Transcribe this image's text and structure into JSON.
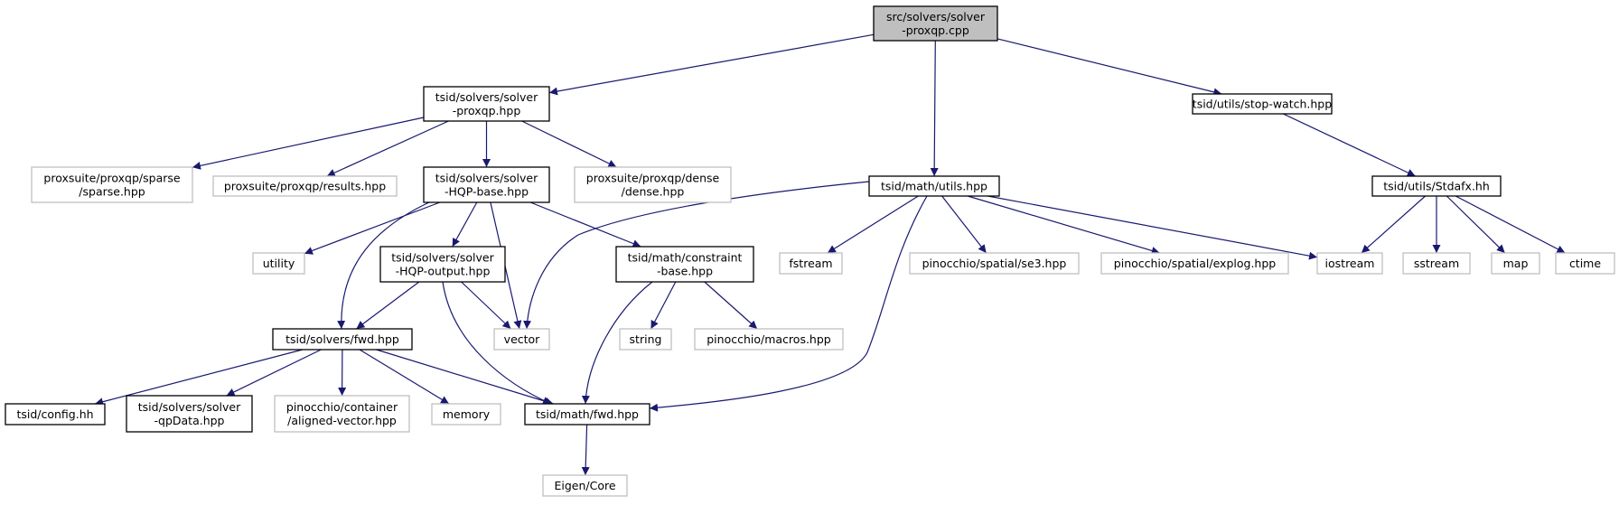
{
  "diagram": {
    "type": "include-dependency-graph",
    "colors": {
      "edge": "#191970",
      "root_fill": "#bfbfbf",
      "local_border": "#000000",
      "external_border": "#bfbfbf",
      "text": "#000000",
      "background": "#ffffff"
    },
    "nodes": [
      {
        "id": "root",
        "lines": [
          "src/solvers/solver",
          "-proxqp.cpp"
        ],
        "kind": "root"
      },
      {
        "id": "solver_proxqp_hpp",
        "lines": [
          "tsid/solvers/solver",
          "-proxqp.hpp"
        ],
        "kind": "local"
      },
      {
        "id": "math_utils",
        "lines": [
          "tsid/math/utils.hpp"
        ],
        "kind": "local"
      },
      {
        "id": "stop_watch",
        "lines": [
          "tsid/utils/stop-watch.hpp"
        ],
        "kind": "local"
      },
      {
        "id": "prox_sparse",
        "lines": [
          "proxsuite/proxqp/sparse",
          "/sparse.hpp"
        ],
        "kind": "external"
      },
      {
        "id": "prox_results",
        "lines": [
          "proxsuite/proxqp/results.hpp"
        ],
        "kind": "external"
      },
      {
        "id": "hqp_base",
        "lines": [
          "tsid/solvers/solver",
          "-HQP-base.hpp"
        ],
        "kind": "local"
      },
      {
        "id": "prox_dense",
        "lines": [
          "proxsuite/proxqp/dense",
          "/dense.hpp"
        ],
        "kind": "external"
      },
      {
        "id": "stdafx",
        "lines": [
          "tsid/utils/Stdafx.hh"
        ],
        "kind": "local"
      },
      {
        "id": "utility",
        "lines": [
          "utility"
        ],
        "kind": "external"
      },
      {
        "id": "hqp_output",
        "lines": [
          "tsid/solvers/solver",
          "-HQP-output.hpp"
        ],
        "kind": "local"
      },
      {
        "id": "constraint_base",
        "lines": [
          "tsid/math/constraint",
          "-base.hpp"
        ],
        "kind": "local"
      },
      {
        "id": "fstream",
        "lines": [
          "fstream"
        ],
        "kind": "external"
      },
      {
        "id": "se3",
        "lines": [
          "pinocchio/spatial/se3.hpp"
        ],
        "kind": "external"
      },
      {
        "id": "explog",
        "lines": [
          "pinocchio/spatial/explog.hpp"
        ],
        "kind": "external"
      },
      {
        "id": "iostream",
        "lines": [
          "iostream"
        ],
        "kind": "external"
      },
      {
        "id": "sstream",
        "lines": [
          "sstream"
        ],
        "kind": "external"
      },
      {
        "id": "map",
        "lines": [
          "map"
        ],
        "kind": "external"
      },
      {
        "id": "ctime",
        "lines": [
          "ctime"
        ],
        "kind": "external"
      },
      {
        "id": "solvers_fwd",
        "lines": [
          "tsid/solvers/fwd.hpp"
        ],
        "kind": "local"
      },
      {
        "id": "vector",
        "lines": [
          "vector"
        ],
        "kind": "external"
      },
      {
        "id": "string",
        "lines": [
          "string"
        ],
        "kind": "external"
      },
      {
        "id": "pin_macros",
        "lines": [
          "pinocchio/macros.hpp"
        ],
        "kind": "external"
      },
      {
        "id": "config",
        "lines": [
          "tsid/config.hh"
        ],
        "kind": "local"
      },
      {
        "id": "qpdata",
        "lines": [
          "tsid/solvers/solver",
          "-qpData.hpp"
        ],
        "kind": "local"
      },
      {
        "id": "aligned_vector",
        "lines": [
          "pinocchio/container",
          "/aligned-vector.hpp"
        ],
        "kind": "external"
      },
      {
        "id": "memory",
        "lines": [
          "memory"
        ],
        "kind": "external"
      },
      {
        "id": "math_fwd",
        "lines": [
          "tsid/math/fwd.hpp"
        ],
        "kind": "local"
      },
      {
        "id": "eigen_core",
        "lines": [
          "Eigen/Core"
        ],
        "kind": "external"
      }
    ],
    "edges": [
      [
        "root",
        "solver_proxqp_hpp"
      ],
      [
        "root",
        "math_utils"
      ],
      [
        "root",
        "stop_watch"
      ],
      [
        "solver_proxqp_hpp",
        "prox_sparse"
      ],
      [
        "solver_proxqp_hpp",
        "prox_results"
      ],
      [
        "solver_proxqp_hpp",
        "hqp_base"
      ],
      [
        "solver_proxqp_hpp",
        "prox_dense"
      ],
      [
        "stop_watch",
        "stdafx"
      ],
      [
        "hqp_base",
        "utility"
      ],
      [
        "hqp_base",
        "hqp_output"
      ],
      [
        "hqp_base",
        "constraint_base"
      ],
      [
        "hqp_base",
        "solvers_fwd"
      ],
      [
        "hqp_base",
        "vector"
      ],
      [
        "hqp_output",
        "solvers_fwd"
      ],
      [
        "hqp_output",
        "vector"
      ],
      [
        "hqp_output",
        "math_fwd"
      ],
      [
        "constraint_base",
        "string"
      ],
      [
        "constraint_base",
        "pin_macros"
      ],
      [
        "constraint_base",
        "math_fwd"
      ],
      [
        "math_utils",
        "vector"
      ],
      [
        "math_utils",
        "fstream"
      ],
      [
        "math_utils",
        "se3"
      ],
      [
        "math_utils",
        "explog"
      ],
      [
        "math_utils",
        "iostream"
      ],
      [
        "math_utils",
        "math_fwd"
      ],
      [
        "stdafx",
        "iostream"
      ],
      [
        "stdafx",
        "sstream"
      ],
      [
        "stdafx",
        "map"
      ],
      [
        "stdafx",
        "ctime"
      ],
      [
        "solvers_fwd",
        "config"
      ],
      [
        "solvers_fwd",
        "qpdata"
      ],
      [
        "solvers_fwd",
        "aligned_vector"
      ],
      [
        "solvers_fwd",
        "memory"
      ],
      [
        "solvers_fwd",
        "math_fwd"
      ],
      [
        "math_fwd",
        "eigen_core"
      ]
    ]
  }
}
